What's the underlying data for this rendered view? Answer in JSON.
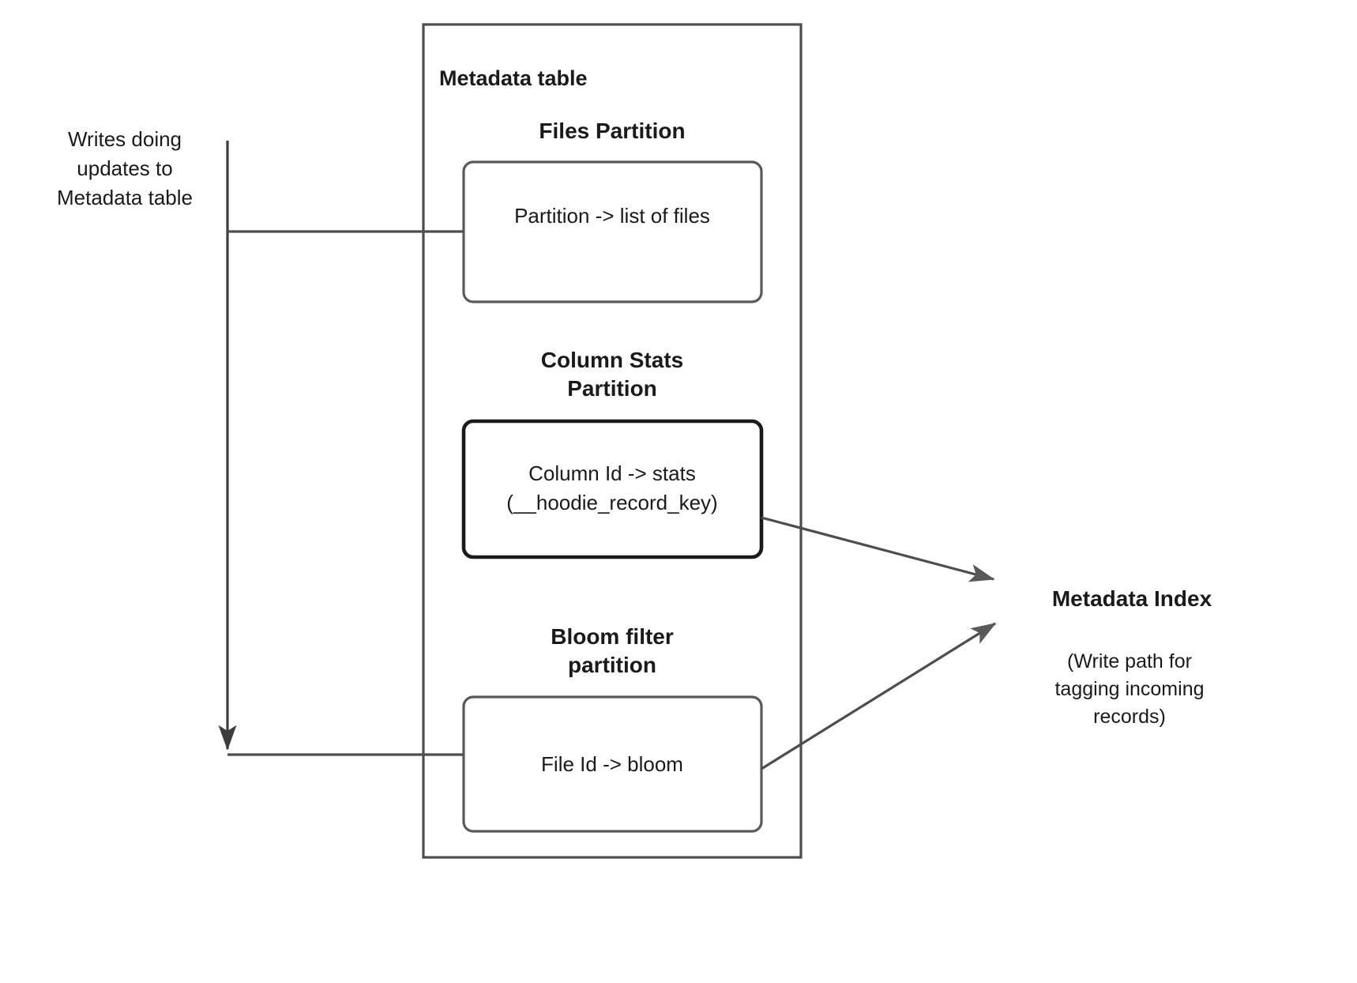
{
  "diagram": {
    "title_visible": false,
    "colors": {
      "stroke": "#4d4d4d",
      "stroke_dark": "#1a1a1a",
      "text": "#1a1a1a",
      "arrowhead": "#595959",
      "background": "#ffffff"
    },
    "left_annotation": {
      "label": "Writes doing\nupdates to\nMetadata table"
    },
    "metadata_table": {
      "title": "Metadata table",
      "partitions": [
        {
          "id": "files",
          "title": "Files Partition",
          "box_text": "Partition -> list of files",
          "emphasis": false
        },
        {
          "id": "column-stats",
          "title": "Column Stats\nPartition",
          "box_text": "Column Id  -> stats\n(__hoodie_record_key)",
          "emphasis": true
        },
        {
          "id": "bloom-filter",
          "title": "Bloom filter\npartition",
          "box_text": "File Id -> bloom",
          "emphasis": false
        }
      ]
    },
    "metadata_index": {
      "title": "Metadata Index",
      "caption": "(Write path for\ntagging incoming\nrecords)"
    },
    "connectors": [
      {
        "name": "writes-to-files-partition",
        "from": "writes-doing-updates",
        "to": "files-partition-box"
      },
      {
        "name": "writes-to-bloom-partition",
        "from": "writes-doing-updates",
        "to": "bloom-filter-box"
      },
      {
        "name": "column-stats-to-metadata-index",
        "from": "column-stats-box",
        "to": "metadata-index"
      },
      {
        "name": "bloom-filter-to-metadata-index",
        "from": "bloom-filter-box",
        "to": "metadata-index"
      }
    ]
  }
}
